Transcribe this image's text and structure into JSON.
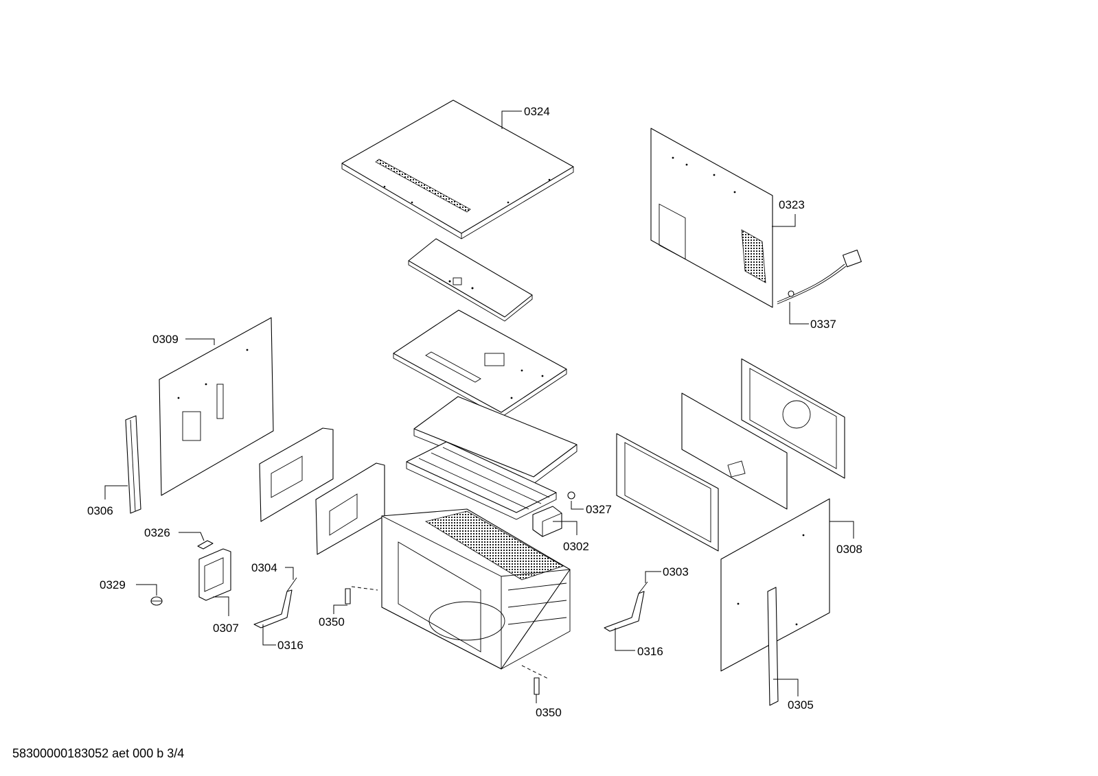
{
  "labels": {
    "p0324": "0324",
    "p0323": "0323",
    "p0337": "0337",
    "p0309": "0309",
    "p0306": "0306",
    "p0327": "0327",
    "p0302": "0302",
    "p0308": "0308",
    "p0326": "0326",
    "p0304": "0304",
    "p0303": "0303",
    "p0329": "0329",
    "p0307": "0307",
    "p0350a": "0350",
    "p0316a": "0316",
    "p0316b": "0316",
    "p0350b": "0350",
    "p0305": "0305"
  },
  "footer": "58300000183052 aet 000 b 3/4"
}
